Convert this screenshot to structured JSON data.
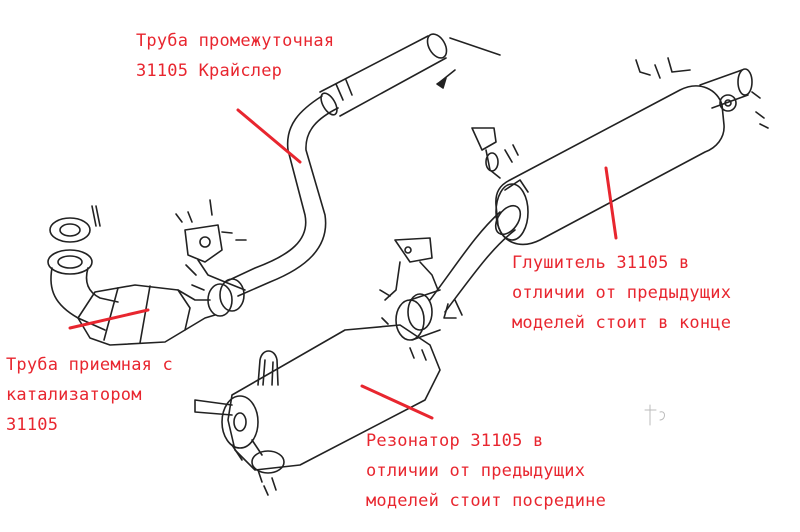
{
  "labels": {
    "intermediate_pipe": {
      "line1": "Труба промежуточная",
      "line2": "31105 Крайслер"
    },
    "front_pipe": {
      "line1": "Труба приемная с",
      "line2": "катализатором",
      "line3": "31105"
    },
    "muffler": {
      "line1": "Глушитель 31105 в",
      "line2": "отличии от предыдущих",
      "line3": "моделей стоит в конце"
    },
    "resonator": {
      "line1": "Резонатор 31105 в",
      "line2": "отличии от предыдущих",
      "line3": "моделей стоит посредине"
    }
  },
  "colors": {
    "annotation": "#e8262f",
    "linework": "#222222"
  }
}
